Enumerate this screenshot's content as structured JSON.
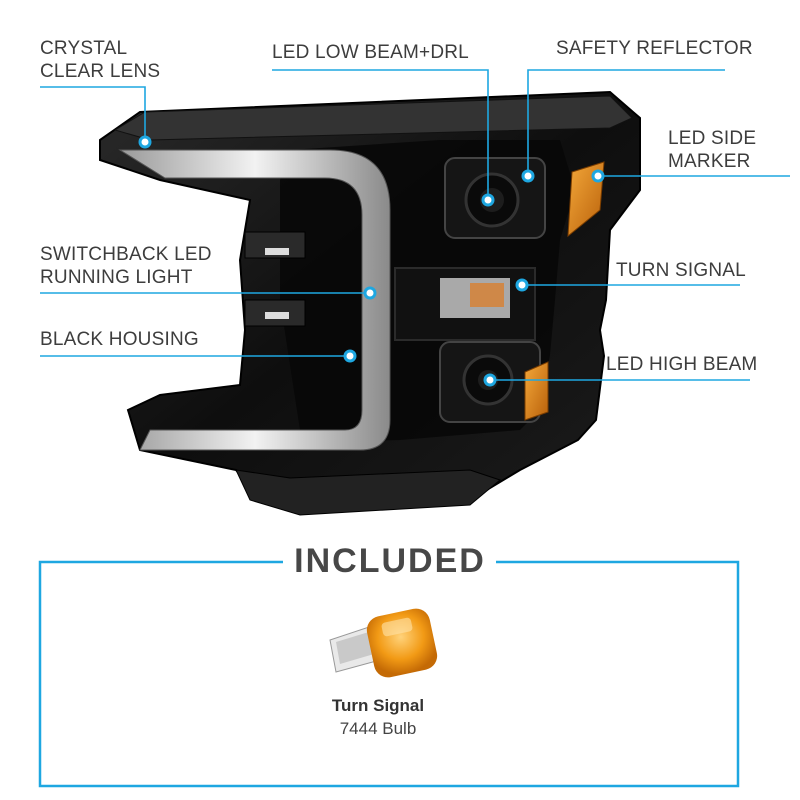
{
  "callouts": {
    "crystal_clear_lens": "CRYSTAL\nCLEAR LENS",
    "led_low_beam_drl": "LED LOW BEAM+DRL",
    "safety_reflector": "SAFETY REFLECTOR",
    "led_side_marker": "LED SIDE\nMARKER",
    "switchback_led": "SWITCHBACK LED\nRUNNING LIGHT",
    "turn_signal": "TURN SIGNAL",
    "black_housing": "BLACK HOUSING",
    "led_high_beam": "LED HIGH BEAM"
  },
  "included": {
    "title": "INCLUDED",
    "bulb_name": "Turn Signal",
    "bulb_type": "7444 Bulb"
  },
  "colors": {
    "accent": "#1ea7e1",
    "housing": "#141414",
    "amber": "#e08a12"
  }
}
